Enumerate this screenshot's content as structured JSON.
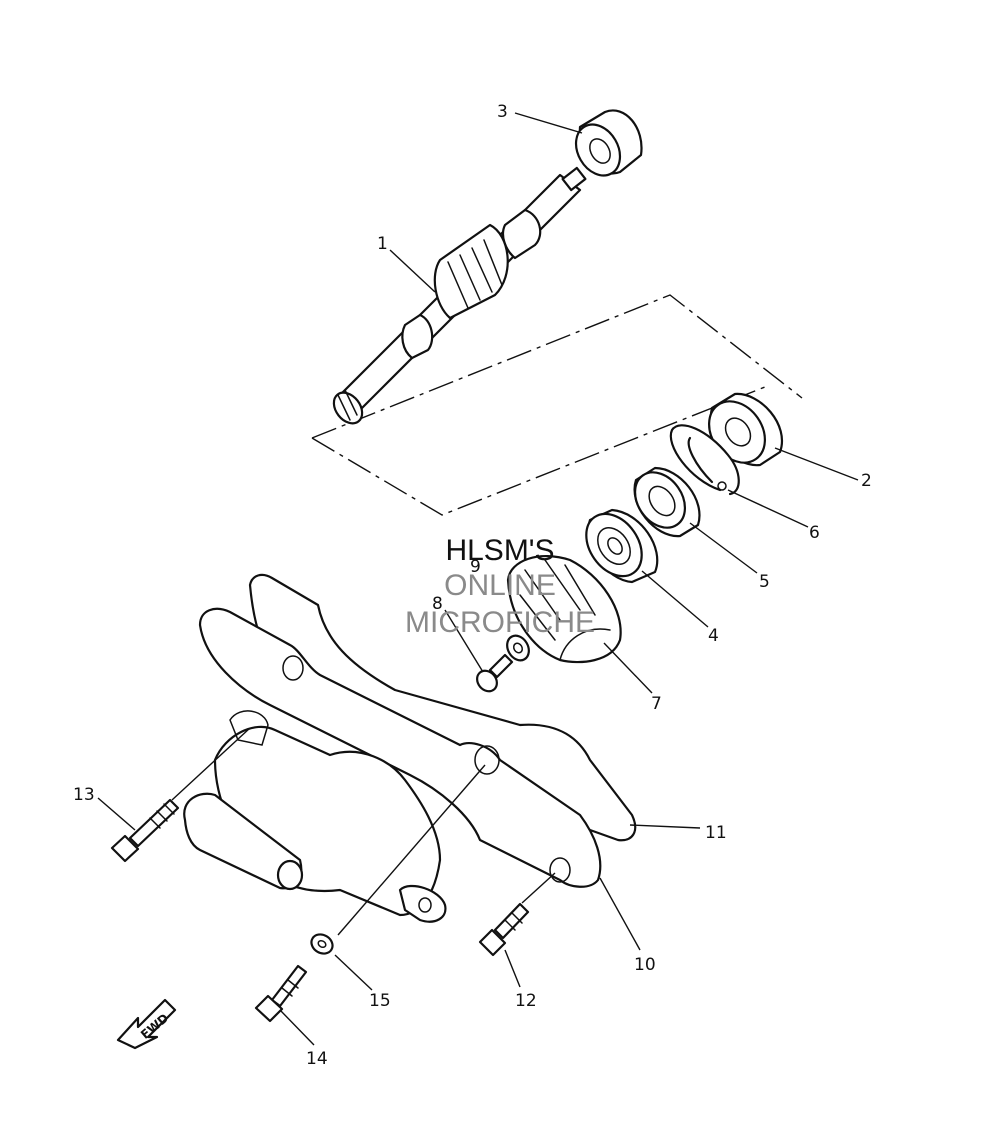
{
  "callouts": [
    {
      "id": "1",
      "text": "1"
    },
    {
      "id": "2",
      "text": "2"
    },
    {
      "id": "3",
      "text": "3"
    },
    {
      "id": "4",
      "text": "4"
    },
    {
      "id": "5",
      "text": "5"
    },
    {
      "id": "6",
      "text": "6"
    },
    {
      "id": "7",
      "text": "7"
    },
    {
      "id": "8",
      "text": "8"
    },
    {
      "id": "9",
      "text": "9"
    },
    {
      "id": "10",
      "text": "10"
    },
    {
      "id": "11",
      "text": "11"
    },
    {
      "id": "12",
      "text": "12"
    },
    {
      "id": "13",
      "text": "13"
    },
    {
      "id": "14",
      "text": "14"
    },
    {
      "id": "15",
      "text": "15"
    }
  ],
  "watermark": {
    "line1": "HLSM'S",
    "line2": "ONLINE",
    "line3": "MICROFICHE"
  },
  "fwd_label": "FWD",
  "colors": {
    "line": "#111111",
    "watermark_gray": "#8a8a8a",
    "background": "#ffffff"
  }
}
